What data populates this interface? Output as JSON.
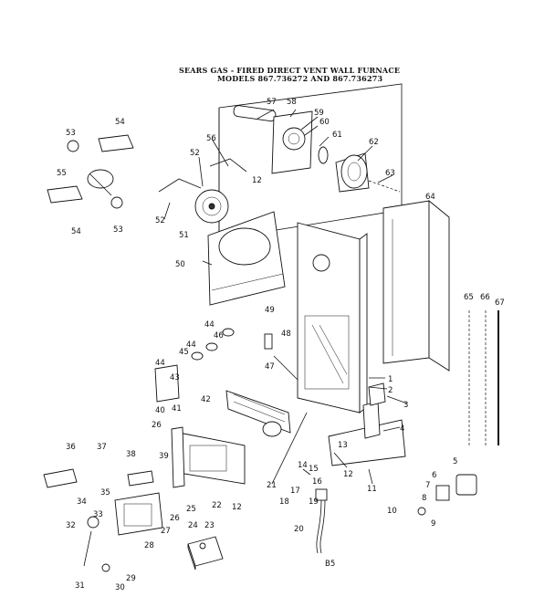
{
  "diagram": {
    "title_line1": "SEARS GAS - FIRED DIRECT VENT WALL FURNACE",
    "title_line2": "MODELS 867.736272 AND 867.736273",
    "footer_label": "B5",
    "callouts": [
      "1",
      "2",
      "3",
      "4",
      "5",
      "6",
      "7",
      "8",
      "9",
      "10",
      "11",
      "12",
      "13",
      "14",
      "15",
      "16",
      "17",
      "18",
      "19",
      "20",
      "21",
      "22",
      "23",
      "24",
      "25",
      "26",
      "27",
      "28",
      "29",
      "30",
      "31",
      "32",
      "33",
      "34",
      "35",
      "36",
      "37",
      "38",
      "39",
      "40",
      "41",
      "42",
      "43",
      "44",
      "45",
      "46",
      "47",
      "48",
      "49",
      "50",
      "51",
      "52",
      "53",
      "54",
      "55",
      "56",
      "57",
      "58",
      "59",
      "60",
      "61",
      "62",
      "63",
      "64",
      "65",
      "66",
      "67"
    ]
  }
}
